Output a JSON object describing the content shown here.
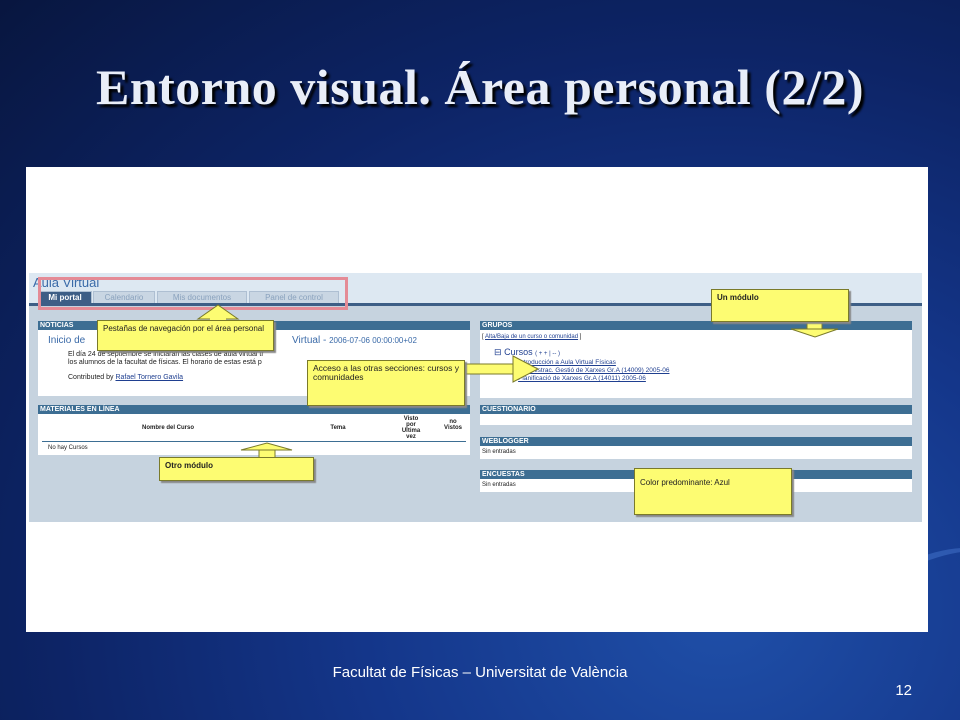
{
  "slide": {
    "title": "Entorno visual. Área personal (2/2)",
    "footer": "Facultat de Físicas – Universitat de València",
    "page_number": "12"
  },
  "app": {
    "title": "Aula Virtual",
    "tabs": [
      "Mi portal",
      "Calendario",
      "Mis documentos",
      "Panel de control"
    ],
    "active_tab": "Mi portal"
  },
  "news": {
    "header": "NOTICIAS",
    "title_start": "Inicio de",
    "title_mid": "Virtual -",
    "date": "2006-07-06 00:00:00+02",
    "line1": "El día 24 de septiembre se iniciarán las clases de aula virtual tr",
    "line2": "los alumnos de la facultat de físicas. El horario de estas está p",
    "contributed_by": "Contributed by",
    "author": "Rafael Tornero Gavila"
  },
  "materials": {
    "header": "MATERIALES EN LÍNEA",
    "columns": [
      "Nombre del Curso",
      "Tema",
      "Visto por Ultima vez",
      "no Vistos"
    ],
    "empty": "No hay Cursos"
  },
  "groups": {
    "header": "GRUPOS",
    "link": "Alta/Baja de un curso o comunidad",
    "courses_label": "Cursos",
    "courses_controls": "( + + | -- )",
    "items": [
      "Introducción a Aula Virtual Físicas",
      "Administrac. Gestió de Xarxes Gr.A (14009) 2005-06",
      "Planificació de Xarxes Gr.A (14011) 2005-06"
    ]
  },
  "cuestionario": {
    "header": "CUESTIONARIO"
  },
  "weblogger": {
    "header": "WEBLOGGER",
    "empty": "Sin entradas"
  },
  "encuestas": {
    "header": "ENCUESTAS",
    "empty": "Sin entradas"
  },
  "callouts": {
    "tabs": "Pestañas de navegación por el área personal",
    "un_modulo": "Un módulo",
    "access": "Acceso a las otras secciones: cursos y comunidades",
    "otro_modulo": "Otro módulo",
    "color": "Color predominante: Azul"
  },
  "colors": {
    "header_blue": "#3d6e93",
    "callout_yellow": "#fdfc72",
    "highlight_red": "#e48b96"
  }
}
